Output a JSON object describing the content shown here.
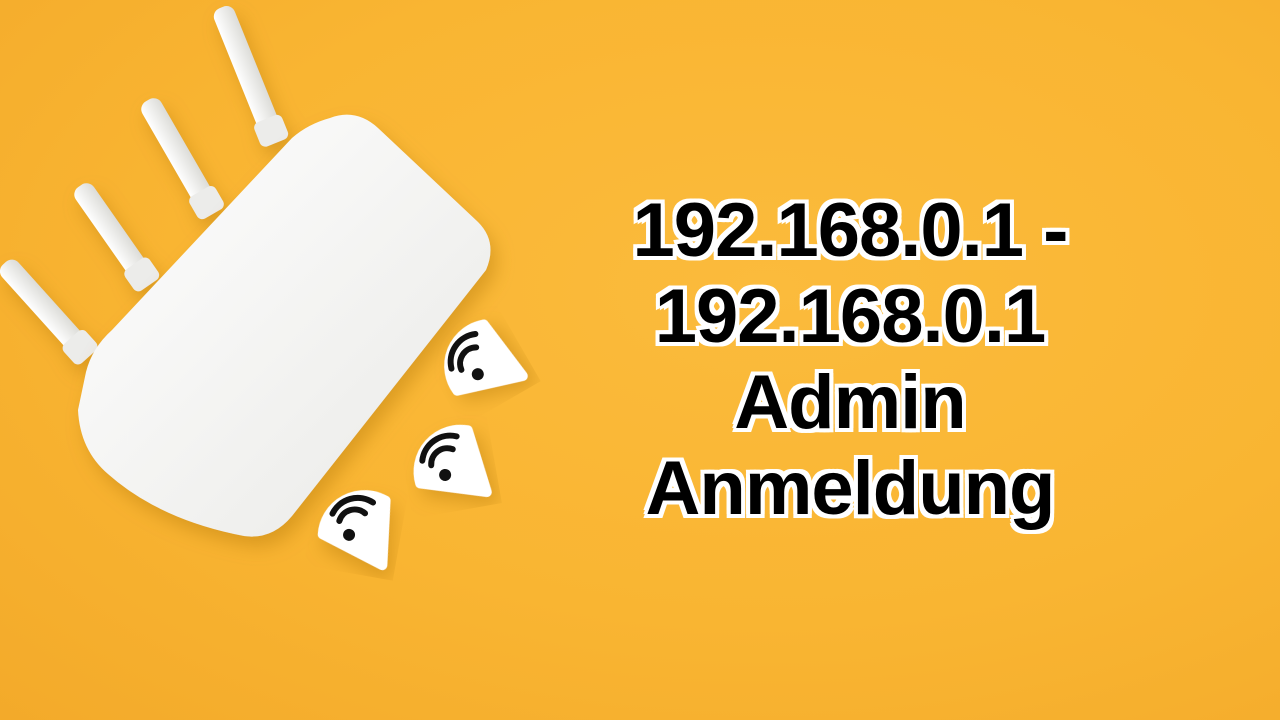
{
  "title": {
    "lines": [
      "192.168.0.1 -",
      "192.168.0.1",
      "Admin",
      "Anmeldung"
    ]
  },
  "colors": {
    "background": "#f9b532",
    "router_body": "#f4f4f2",
    "antenna": "#f2f2f0",
    "wifi_sticker_fill": "#ffffff",
    "wifi_symbol": "#111111",
    "title_text": "#000000",
    "title_outline": "#ffffff"
  },
  "icons": [
    "wifi-icon",
    "wifi-icon",
    "wifi-icon"
  ]
}
